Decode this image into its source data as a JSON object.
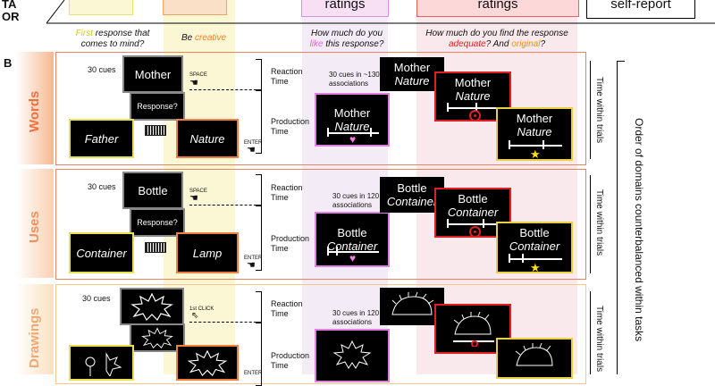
{
  "top": {
    "side_label": "TA OR",
    "box1": "ratings",
    "box2": "ratings",
    "box3": "self-report"
  },
  "headers": {
    "first_pre": "First",
    "first_post": " response that comes to mind?",
    "creative_pre": "Be ",
    "creative_word": "creative",
    "like_pre": "How much do you ",
    "like_word": "like",
    "like_post": " this response?",
    "find_line1": "How much do you find the response",
    "adequate": "adequate",
    "and": "? And ",
    "original": "original",
    "qm": "?"
  },
  "section_letter": "B",
  "labels": {
    "reaction_time": "Reaction Time",
    "production_time": "Production Time",
    "space": "SPACE",
    "enter": "ENTER",
    "click": "1st CLICK",
    "time_within_trials": "Time within trials",
    "order": "Order of domains counterbalanced within tasks",
    "response": "Response?"
  },
  "panels": {
    "words": {
      "name": "Words",
      "cues": "30 cues",
      "cue": "Mother",
      "first": "Father",
      "creative": "Nature",
      "assoc": "30 cues in ~130 associations",
      "pair_cue": "Mother",
      "pair_resp": "Nature"
    },
    "uses": {
      "name": "Uses",
      "cues": "30 cues",
      "cue": "Bottle",
      "first": "Container",
      "creative": "Lamp",
      "assoc": "30 cues in 120 associations",
      "pair_cue": "Bottle",
      "pair_resp": "Container"
    },
    "drawings": {
      "name": "Drawings",
      "cues": "30 cues",
      "assoc": "30 cues in 120 associations"
    }
  }
}
